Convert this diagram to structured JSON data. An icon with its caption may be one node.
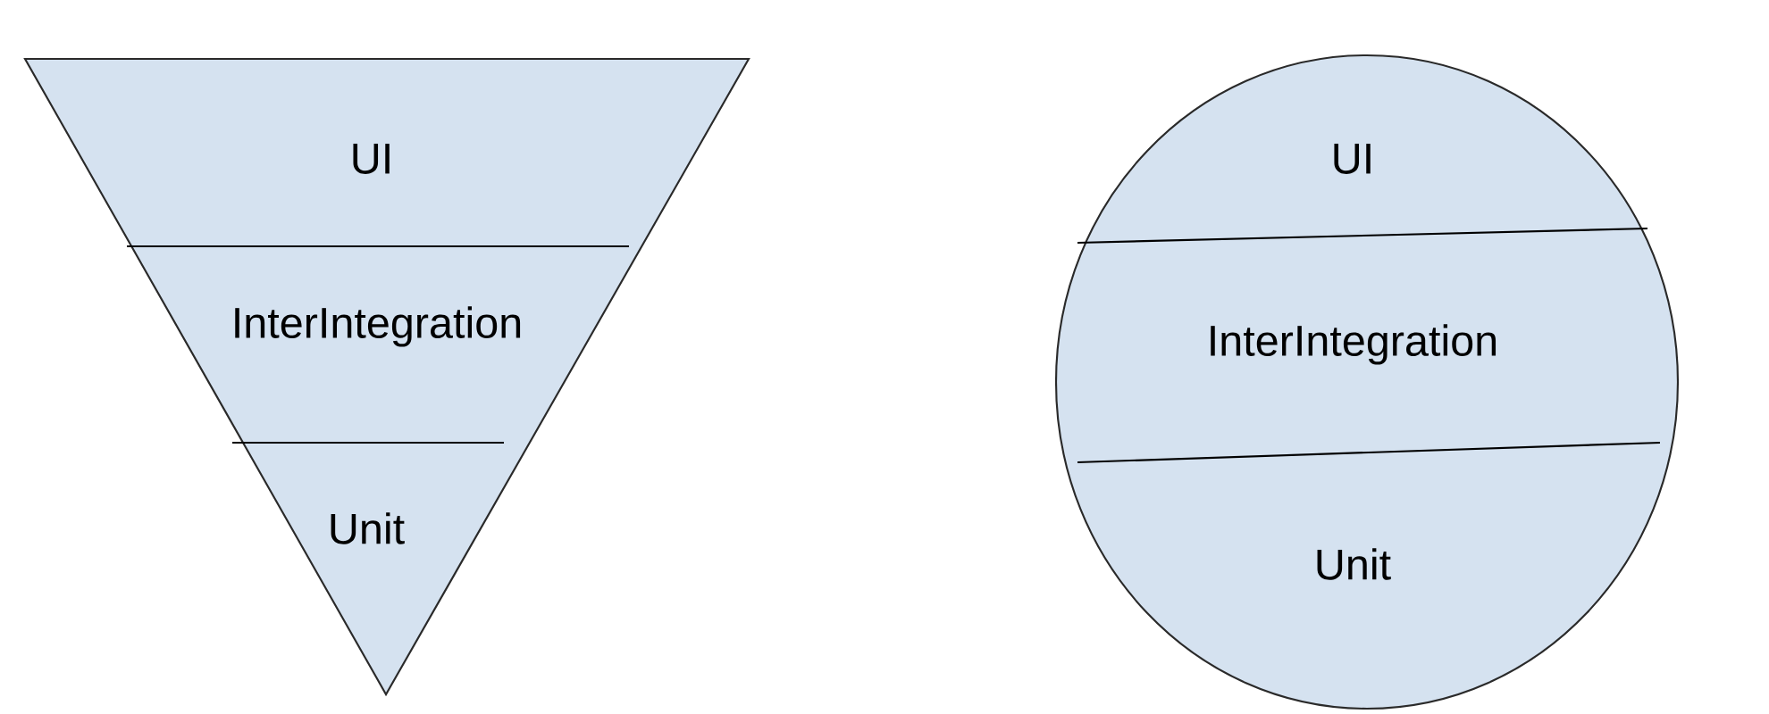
{
  "diagram": {
    "nodes": [
      {
        "text": [],
        "shape": "triangle"
      },
      {
        "text": [
          "UI"
        ],
        "in": 0
      },
      {
        "text": [
          "InterIntegration"
        ],
        "in": 0
      },
      {
        "text": [
          "Unit"
        ],
        "in": 0
      },
      {
        "text": [],
        "shape": "ellipse"
      },
      {
        "text": [
          "UI"
        ],
        "in": 4
      },
      {
        "text": [
          "InterIntegration"
        ],
        "in": 4
      },
      {
        "text": [
          "Unit"
        ],
        "in": 4
      }
    ]
  }
}
